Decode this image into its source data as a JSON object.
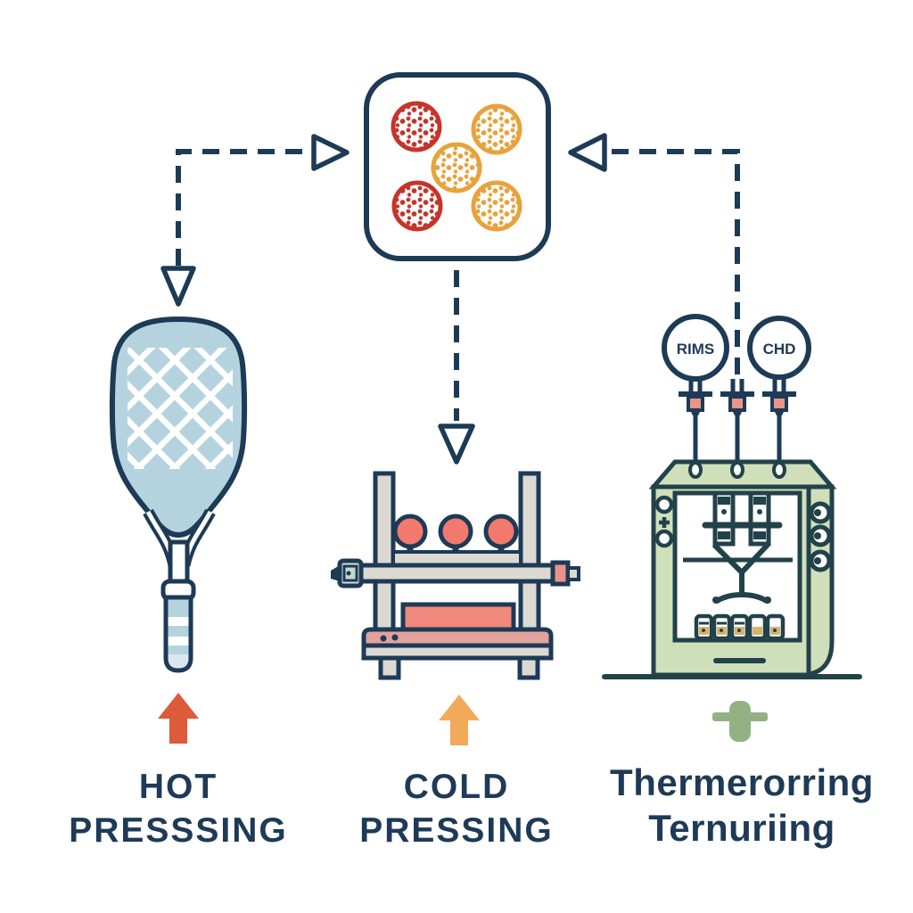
{
  "palette": {
    "outline_navy": "#1d3a56",
    "machine_outline": "#22424a",
    "paddle_blue": "#b5d3de",
    "paddle_cap": "#d8e8ee",
    "press_gray": "#dcd9d3",
    "press_salmon": "#f2796e",
    "press_block": "#f0887b",
    "press_base_pink": "#e2a29b",
    "teal_detail": "#c2dacd",
    "sage_green": "#cfdfba",
    "connector_pink": "#e9938a",
    "particle_red": "#c6342a",
    "particle_orange": "#e8a23c",
    "arrow_red": "#dd5a3a",
    "arrow_orange": "#f2a95c",
    "mark_green": "#93b183",
    "sample_tan": "#d9b36a",
    "text_navy": "#1e3a56"
  },
  "center_box": {
    "particles": [
      {
        "color": "red"
      },
      {
        "color": "orange"
      },
      {
        "color": "orange"
      },
      {
        "color": "red"
      },
      {
        "color": "orange"
      }
    ]
  },
  "gauges": [
    {
      "label": "RIMS"
    },
    {
      "label": "CHD"
    }
  ],
  "processes": [
    {
      "id": "hot-pressing",
      "label_line1": "HOT",
      "label_line2": "PRESSSING",
      "illustration": "paddle"
    },
    {
      "id": "cold-pressing",
      "label_line1": "COLD",
      "label_line2": "PRESSING",
      "illustration": "press-machine"
    },
    {
      "id": "thermoforming",
      "label_line1": "Thermerorring",
      "label_line2": "Ternuriing",
      "illustration": "thermoforming-machine"
    }
  ]
}
